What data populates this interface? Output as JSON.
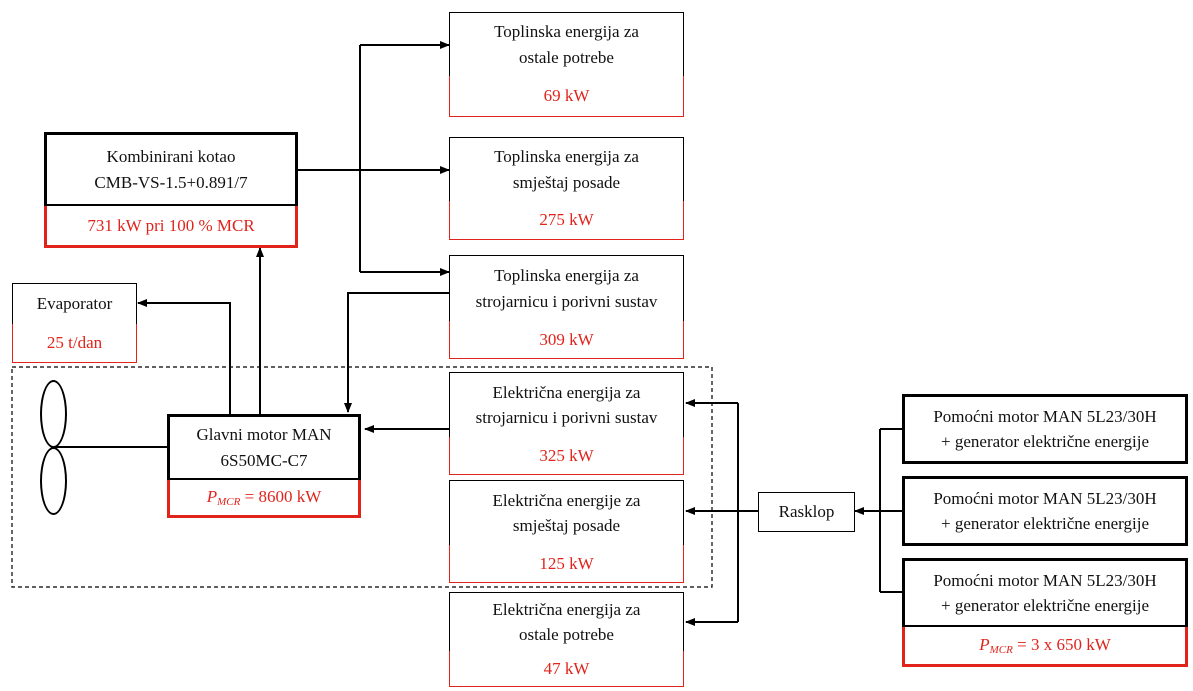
{
  "colors": {
    "accent": "#e0241c",
    "border": "#000000"
  },
  "boiler": {
    "title_lines": [
      "Kombinirani kotao",
      "CMB-VS-1.5+0.891/7"
    ],
    "value": "731 kW pri 100 % MCR"
  },
  "evaporator": {
    "title": "Evaporator",
    "value": "25 t/dan"
  },
  "main_engine": {
    "title_lines": [
      "Glavni motor MAN",
      "6S50MC-C7"
    ],
    "power_symbol": "P",
    "power_subscript": "MCR",
    "power_value": " = 8600 kW"
  },
  "thermal_outputs": [
    {
      "lines": [
        "Toplinska energija za",
        "ostale potrebe"
      ],
      "value": "69 kW"
    },
    {
      "lines": [
        "Toplinska energija za",
        "smještaj posade"
      ],
      "value": "275 kW"
    },
    {
      "lines": [
        "Toplinska energija za",
        "strojarnicu i porivni sustav"
      ],
      "value": "309 kW"
    }
  ],
  "electric_outputs": [
    {
      "lines": [
        "Električna energija za",
        "strojarnicu i porivni sustav"
      ],
      "value": "325 kW"
    },
    {
      "lines": [
        "Električna energije za",
        "smještaj posade"
      ],
      "value": "125 kW"
    },
    {
      "lines": [
        "Električna energija za",
        "ostale potrebe"
      ],
      "value": "47 kW"
    }
  ],
  "switchboard": {
    "label": "Rasklop"
  },
  "aux_engines": [
    {
      "lines": [
        "Pomoćni motor MAN 5L23/30H",
        "+ generator električne energije"
      ]
    },
    {
      "lines": [
        "Pomoćni motor MAN 5L23/30H",
        "+ generator električne energije"
      ]
    },
    {
      "lines": [
        "Pomoćni motor MAN 5L23/30H",
        "+ generator električne energije"
      ]
    }
  ],
  "aux_power": {
    "power_symbol": "P",
    "power_subscript": "MCR",
    "power_value": " = 3 x 650 kW"
  }
}
